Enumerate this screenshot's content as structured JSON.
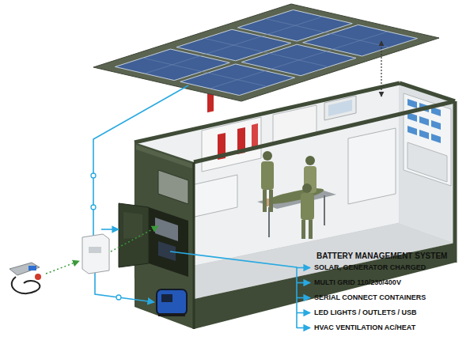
{
  "diagram": {
    "title": "BATTERY MANAGEMENT SYSTEM",
    "labels": [
      "SOLAR, GENERATOR CHARGED",
      "MULTI GRID  110/230/400V",
      "SERIAL CONNECT CONTAINERS",
      "LED LIGHTS / OUTLETS / USB",
      "HVAC VENTILATION AC/HEAT"
    ]
  }
}
